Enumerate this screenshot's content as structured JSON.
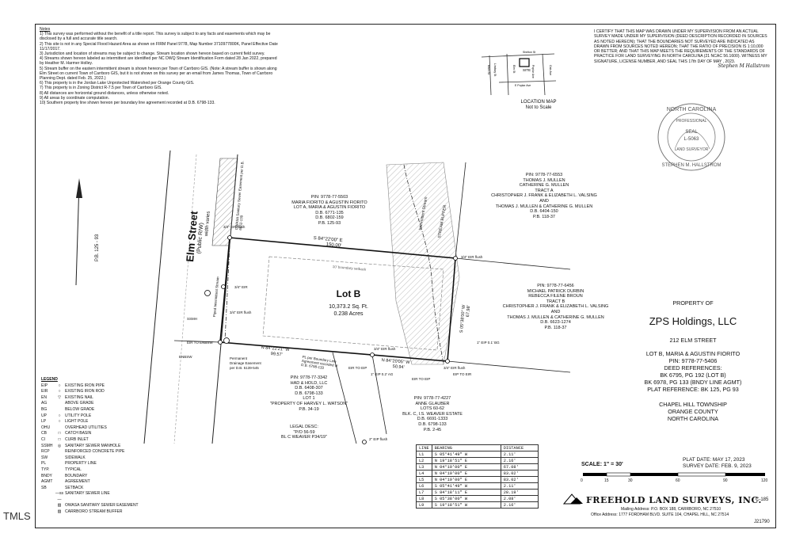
{
  "notes": {
    "title": "Notes",
    "items": [
      "1) This survey was performed without the benefit of a title report. This survey is subject to any facts and easements which may be disclosed by a full and accurate title search.",
      "2) This site is not in any Special Flood Hazard Area as shown on FIRM Panel 9778, Map Number 3710977800K, Panel Effective Date 11/17/2017.",
      "3) Jurisdiction and location of streams may be subject to change. Stream location shown hereon based on current field survey.",
      "4) Streams shown hereon labeled as intermittent are identified per NC DWQ Stream Identification Form dated 28 Jan 2022, prepared by Heather M. Harmer Holley.",
      "5) Stream buffer on the eastern intermittent stream is shown hereon per Town of Carrboro GIS. (Note: A stream buffer is shown along Elm Street on current Town of Carrboro GIS, but it is not shown on this survey per an email from James Thomas, Town of Carrboro Planning Dept. dated Feb. 25, 2022.)",
      "6) This property is in the Jordan Lake Unprotected Watershed per Orange County GIS.",
      "7) This property is in Zoning District R-7.5 per Town of Carrboro GIS.",
      "8) All distances are horizontal ground distances, unless otherwise noted.",
      "9) All areas by coordinate computation.",
      "10) Southern property line shown hereon per boundary line agreement recorded at D.B. 6798-133."
    ]
  },
  "certification": {
    "text": "I CERTIFY THAT THIS MAP WAS DRAWN UNDER MY SUPERVISION FROM AN ACTUAL SURVEY MADE UNDER MY SUPERVISION (DEED DESCRIPTION RECORDED IN SOURCES AS NOTED HEREON); THAT THE BOUNDARIES NOT SURVEYED ARE INDICATED AS DRAWN FROM SOURCES NOTED HEREON; THAT THE RATIO OF PRECISION IS 1:10,000 OR BETTER; AND THAT THIS MAP MEETS THE REQUIREMENTS OF THE STANDARDS OF PRACTICE FOR LAND SURVEYING IN NORTH CAROLINA (21 NCAC 56.1600). WITNESS MY SIGNATURE, LICENSE NUMBER, AND SEAL THIS 17th DAY OF MAY , 2023.",
    "signature": "Stephen M Hallstrom"
  },
  "seal": {
    "top": "NORTH CAROLINA",
    "prof": "PROFESSIONAL",
    "word": "SEAL",
    "number": "L-5063",
    "role": "LAND SURVEYOR",
    "name": "STEPHEN M. HALLSTROM"
  },
  "location_map": {
    "title": "LOCATION MAP",
    "subtitle": "Not to Scale",
    "site": "SITE",
    "streets": [
      "Shelton St",
      "Main St",
      "Elm St",
      "Oak Ave",
      "Lindsay St",
      "Poplar Ave",
      "E Poplar Ave"
    ]
  },
  "plan": {
    "street": "Elm Street",
    "street_sub": "(Public R/W)",
    "street_width": "width varies",
    "pb_ref": "P.B. 125 - 93",
    "lot_name": "Lot B",
    "lot_area_sf": "10,373.2 Sq. Ft.",
    "lot_area_ac": "0.238 Acres",
    "north_bearing": "S 84°22'00\" E",
    "north_dist": "150.00'",
    "south_bearing": "N 84°22'21\" W",
    "south_dist": "99.57'",
    "south_bearing2": "N 84°20'05\" W",
    "south_dist2": "50.94'",
    "east_bearing": "S 05°38'00\" W",
    "east_dist": "67.98'",
    "setback": "10' boundary setback",
    "stream_buffer": "STREAM BUFFER",
    "intermittent": "Intermittent Stream",
    "pipe_stream": "Piped Intermittent Stream",
    "owasa": "OWASA Sanitary Sewer Easement per D.B. 6652-139",
    "drainage": "Permanent Drainage Easement per D.B. 5139-545",
    "pl_line": "PL per Boundary Line Agreement recorded at D.B. 6798-133",
    "markers": [
      "3/4\" EIR flush",
      "3/4\" EIR flush",
      "3/4\" EIR flush",
      "3/4\" EIR",
      "1\" EIP 0.1' BG",
      "3/4\" EIR flush",
      "1\" EIP 0.2' AG",
      "3/4\" EIR flush",
      "2\" EIP flush",
      "SSMH",
      "ENBSW",
      "EIR TO ENBSW",
      "EIR TO EIP",
      "EIP TO EIR",
      "EIR TO EIP"
    ]
  },
  "owners": {
    "nw": [
      "PIN: 9778-77-5503",
      "MARIA FIORITO & AGUSTIN FIORITO",
      "LOT A, MARIA & AGUSTIN FIORITO",
      "D.B. 6771-135",
      "D.B. 6802-159",
      "P.B. 125-93"
    ],
    "ne": [
      "PIN: 9778-77-6553",
      "THOMAS J. MULLEN",
      "CATHERINE G. MULLEN",
      "TRACT A",
      "CHRISTOPHER J. FRANK & ELIZABETH L. VALSING",
      "AND",
      "THOMAS J. MULLEN & CATHERINE G. MULLEN",
      "D.B. 6404-150",
      "P.B. 118-37"
    ],
    "e": [
      "PIN: 9778-77-6456",
      "MICHAEL PATRICK DURBIN",
      "REBECCA FILENE BROUN",
      "TRACT B",
      "CHRISTOPHER J. FRANK & ELIZABETH L. VALSING",
      "AND",
      "THOMAS J. MULLEN & CATHERINE G. MULLEN",
      "D.B. 6623-1274",
      "P.B. 118-37"
    ],
    "sw": [
      "PIN: 9778-77-3342",
      "HAD & HOLD, LLC",
      "D.B. 6408-307",
      "D.B. 6798-133",
      "LOT 1",
      "\"PROPERTY OF HARVEY L. WATSON\" P.B. 34-19"
    ],
    "se": [
      "PIN: 9778-77-4227",
      "ANNE GLAUBER",
      "LOTS 60-62",
      "BLK. C, I.S. WEAVER ESTATE",
      "D.B. 6691-1333",
      "D.B. 6798-133",
      "P.B. 2-45"
    ],
    "legal": [
      "LEGAL DESC:",
      "\"P/O 56-59",
      "BL C WEAVER P34/19\""
    ]
  },
  "legend": {
    "title": "LEGEND",
    "rows": [
      [
        "EIP",
        "○",
        "EXISTING IRON PIPE"
      ],
      [
        "EIR",
        "○",
        "EXISTING IRON ROD"
      ],
      [
        "EN",
        "▽",
        "EXISTING NAIL"
      ],
      [
        "AG",
        "",
        "ABOVE GRADE"
      ],
      [
        "BG",
        "",
        "BELOW GRADE"
      ],
      [
        "UP",
        "○",
        "UTILITY POLE"
      ],
      [
        "LP",
        "○",
        "LIGHT POLE"
      ],
      [
        "OHU",
        "",
        "OVERHEAD UTILITIES"
      ],
      [
        "CB",
        "□",
        "CATCH BASIN"
      ],
      [
        "CI",
        "□",
        "CURB INLET"
      ],
      [
        "SSMH",
        "◎",
        "SANITARY SEWER MANHOLE"
      ],
      [
        "RCP",
        "",
        "REINFORCED CONCRETE PIPE"
      ],
      [
        "SW",
        "",
        "SIDEWALK"
      ],
      [
        "PL",
        "",
        "PROPERTY LINE"
      ],
      [
        "TYP.",
        "",
        "TYPICAL"
      ],
      [
        "BNDY",
        "",
        "BOUNDARY"
      ],
      [
        "AGMT",
        "",
        "AGREEMENT"
      ],
      [
        "SB",
        "",
        "SETBACK"
      ],
      [
        "",
        "—ss—",
        "SANITARY SEWER LINE"
      ],
      [
        "",
        "▨",
        "OWASA SANITARY SEWER EASEMENT"
      ],
      [
        "",
        "▨",
        "CARRBORO STREAM BUFFER"
      ]
    ]
  },
  "line_table": {
    "headers": [
      "LINE",
      "BEARING",
      "DISTANCE"
    ],
    "rows": [
      [
        "L1",
        "S 05°41'49\" W",
        "2.11'"
      ],
      [
        "L2",
        "N 19°18'51\" E",
        "2.16'"
      ],
      [
        "L3",
        "N 04°19'00\" E",
        "67.08'"
      ],
      [
        "L4",
        "N 04°19'00\" E",
        "83.02'"
      ],
      [
        "L5",
        "N 04°19'00\" E",
        "83.02'"
      ],
      [
        "L6",
        "S 05°41'49\" W",
        "2.11'"
      ],
      [
        "L7",
        "S 84°18'11\" E",
        "28.19'"
      ],
      [
        "L8",
        "S 05°38'00\" W",
        "2.08'"
      ],
      [
        "L9",
        "S 19°18'51\" W",
        "2.16'"
      ]
    ]
  },
  "title_block": {
    "property_of": "PROPERTY OF",
    "owner": "ZPS Holdings, LLC",
    "address": "212 ELM STREET",
    "lot_line1": "LOT B, MARIA & AGUSTIN FIORITO",
    "pin": "PIN: 9778-77-5406",
    "deed_ref": "DEED REFERENCES:",
    "deed1": "BK 6795, PG 192 (LOT B)",
    "deed2": "BK 6978, PG 133 (BNDY LINE AGMT)",
    "plat_ref": "PLAT REFERENCE: BK 125, PG 93",
    "township": "CHAPEL HILL TOWNSHIP",
    "county": "ORANGE COUNTY",
    "state": "NORTH CAROLINA",
    "plat_date": "PLAT DATE: MAY 17, 2023",
    "survey_date": "SURVEY DATE: FEB. 9, 2023"
  },
  "scale": {
    "label": "SCALE: 1\" = 30'",
    "ticks": [
      "0",
      "15",
      "30",
      "60",
      "90",
      "120"
    ]
  },
  "firm": {
    "name": "FREEHOLD LAND SURVEYS, INC.",
    "license": "C-185",
    "mailing": "Mailing Address: P.O. BOX 188, CARRBORO, NC 27510",
    "office": "Office Address: 1777 FORDHAM BLVD. SUITE 104, CHAPEL HILL, NC 27514",
    "job": "J21790"
  },
  "watermark": "TMLS"
}
